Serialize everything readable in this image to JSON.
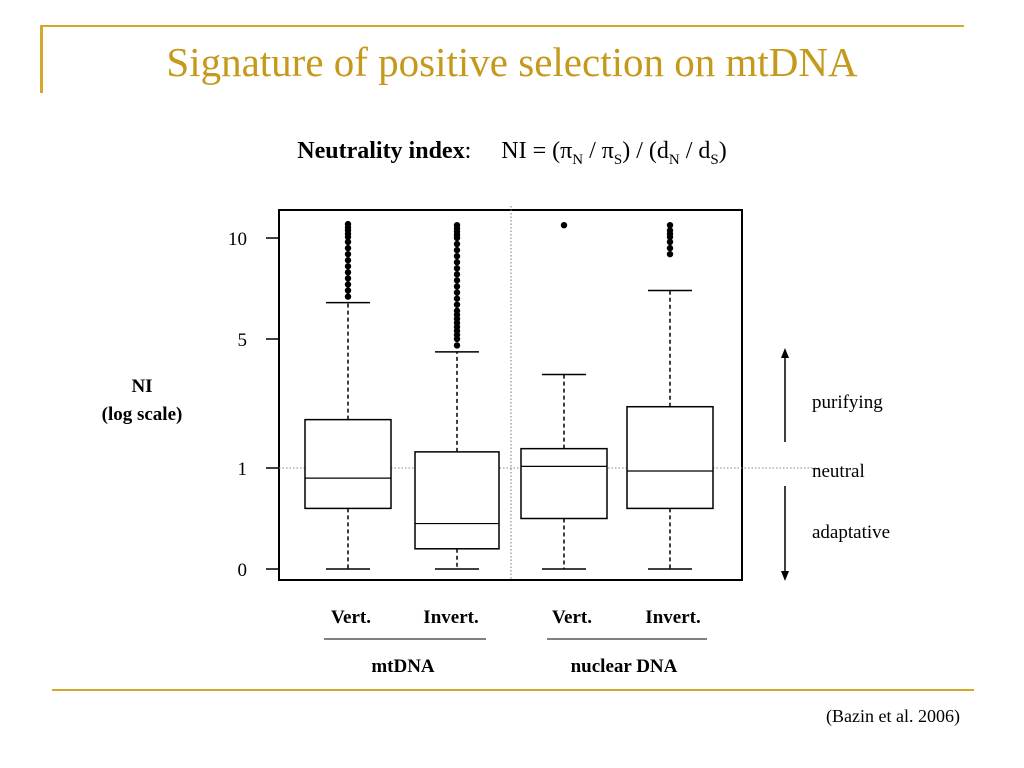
{
  "slide": {
    "title": "Signature of positive selection on mtDNA",
    "formula_label": "Neutrality index",
    "formula_colon": ":",
    "formula": {
      "lhs": "NI = (",
      "pi1": "π",
      "sub_n1": "N",
      "slash1": " / ",
      "pi2": "π",
      "sub_s1": "S",
      "mid": ") / (d",
      "sub_n2": "N",
      "slash2": " / d",
      "sub_s2": "S",
      "rhs": ")"
    },
    "citation": "(Bazin et al. 2006)",
    "accent_color": "#c5991c"
  },
  "chart_data": {
    "type": "box",
    "ylabel_line1": "NI",
    "ylabel_line2": "(log scale)",
    "y_ticks": [
      "10",
      "5",
      "1",
      "0"
    ],
    "reference_line": 1,
    "categories": [
      "Vert.",
      "Invert.",
      "Vert.",
      "Invert."
    ],
    "groups": [
      "mtDNA",
      "nuclear DNA"
    ],
    "boxes": [
      {
        "label": "Vert.",
        "group": "mtDNA",
        "whisker_low": 0,
        "q1": 0.6,
        "median": 0.9,
        "q3": 2.5,
        "whisker_high": 6.8,
        "outliers": [
          7.1,
          7.4,
          7.7,
          8.0,
          8.3,
          8.6,
          8.9,
          9.2,
          9.5,
          9.8,
          10.1,
          10.4,
          10.7,
          11.0,
          11.3
        ]
      },
      {
        "label": "Invert.",
        "group": "mtDNA",
        "whisker_low": 0,
        "q1": 0.2,
        "median": 0.45,
        "q3": 1.5,
        "whisker_high": 4.6,
        "outliers": [
          4.8,
          5.0,
          5.2,
          5.4,
          5.6,
          5.8,
          6.0,
          6.2,
          6.4,
          6.7,
          7.0,
          7.3,
          7.6,
          7.9,
          8.2,
          8.5,
          8.8,
          9.1,
          9.4,
          9.7,
          10.0,
          10.3,
          10.6,
          10.9,
          11.2
        ]
      },
      {
        "label": "Vert.",
        "group": "nuclear DNA",
        "whisker_low": 0,
        "q1": 0.5,
        "median": 1.05,
        "q3": 1.6,
        "whisker_high": 3.9,
        "outliers": [
          11.2
        ]
      },
      {
        "label": "Invert.",
        "group": "nuclear DNA",
        "whisker_low": 0,
        "q1": 0.6,
        "median": 0.97,
        "q3": 2.9,
        "whisker_high": 7.4,
        "outliers": [
          9.2,
          9.5,
          9.8,
          10.1,
          10.4,
          10.7,
          11.2
        ]
      }
    ],
    "annotations": {
      "purifying": "purifying",
      "neutral": "neutral",
      "adaptative": "adaptative"
    },
    "grid": false
  }
}
